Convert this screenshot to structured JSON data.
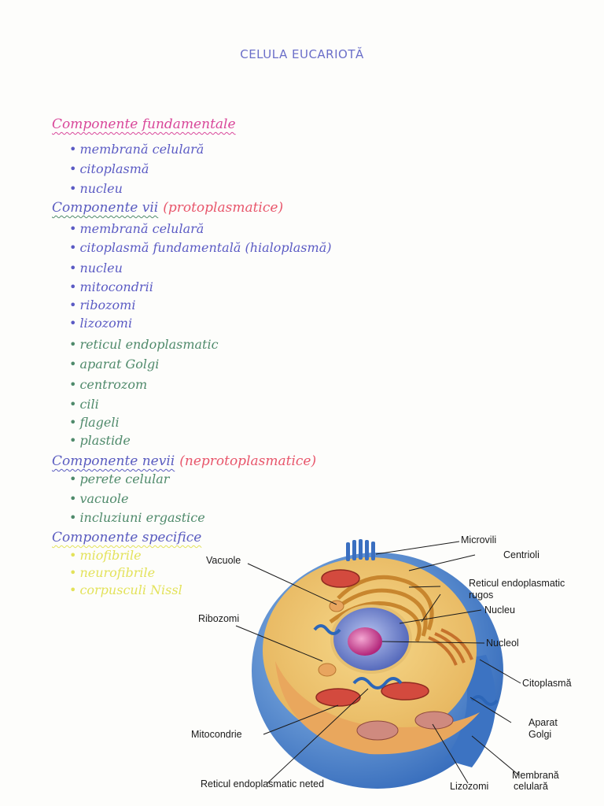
{
  "title": "CELULA EUCARIOTĂ",
  "colors": {
    "purple": "#5a5cc0",
    "pink": "#d9479a",
    "red": "#e8566b",
    "green": "#4f8a6b",
    "yellow": "#e3e25a",
    "handwriting_purple": "#5b5bc4"
  },
  "sections": [
    {
      "heading": "Componente fundamentale",
      "paren": "",
      "items": [
        "membrană celulară",
        "citoplasmă",
        "nucleu"
      ]
    },
    {
      "heading": "Componente vii",
      "paren": "(protoplasmatice)",
      "items": [
        "membrană celulară",
        "citoplasmă fundamentală (hialoplasmă)",
        "nucleu",
        "mitocondrii",
        "ribozomi",
        "lizozomi",
        "reticul endoplasmatic",
        "aparat Golgi",
        "centrozom",
        "cili",
        "flageli",
        "plastide"
      ]
    },
    {
      "heading": "Componente nevii",
      "paren": "(neprotoplasmatice)",
      "items": [
        "perete celular",
        "vacuole",
        "incluziuni ergastice"
      ]
    },
    {
      "heading": "Componente specifice",
      "paren": "",
      "items": [
        "miofibrile",
        "neurofibrile",
        "corpusculi Nissl"
      ]
    }
  ],
  "diagram": {
    "labels": {
      "microvili": "Microvili",
      "centrioli": "Centrioli",
      "vacuole": "Vacuole",
      "rer_1": "Reticul endoplasmatic",
      "rer_2": "rugos",
      "nucleu": "Nucleu",
      "ribozomi": "Ribozomi",
      "nucleol": "Nucleol",
      "citoplasma": "Citoplasmă",
      "mitocondrie": "Mitocondrie",
      "aparat_1": "Aparat",
      "aparat_2": "Golgi",
      "membrana_1": "Membrană",
      "membrana_2": "celulară",
      "ser": "Reticul endoplasmatic neted",
      "lizozomi": "Lizozomi"
    }
  }
}
